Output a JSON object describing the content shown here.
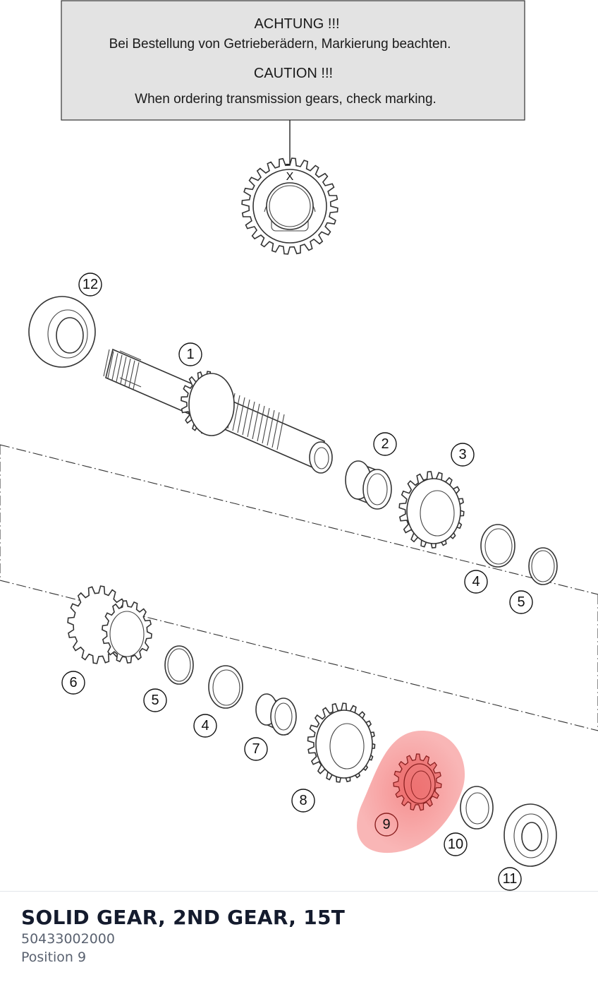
{
  "caution": {
    "de_title": "ACHTUNG !!!",
    "de_text": "Bei Bestellung von Getrieberädern, Markierung beachten.",
    "en_title": "CAUTION !!!",
    "en_text": "When ordering transmission gears, check marking.",
    "marking_symbol": "X"
  },
  "callouts": [
    "1",
    "2",
    "3",
    "4",
    "5",
    "6",
    "5",
    "4",
    "7",
    "8",
    "9",
    "10",
    "11",
    "12"
  ],
  "highlight": {
    "position": "9",
    "color": "#f47b7b"
  },
  "part": {
    "title": "SOLID GEAR, 2ND GEAR, 15T",
    "number": "50433002000",
    "position_label": "Position 9"
  }
}
